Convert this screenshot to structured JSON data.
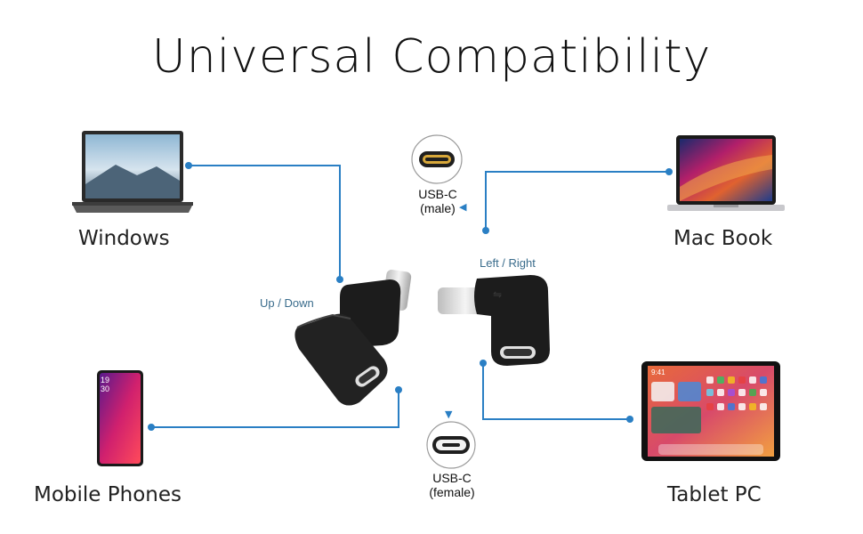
{
  "title": "Universal Compatibility",
  "devices": {
    "windows": "Windows",
    "macbook": "Mac Book",
    "mobile": "Mobile Phones",
    "tablet": "Tablet PC"
  },
  "adapters": {
    "up_down": "Up / Down",
    "left_right": "Left / Right"
  },
  "connectors": {
    "male_line1": "USB-C",
    "male_line2": "(male)",
    "female_line1": "USB-C",
    "female_line2": "(female)"
  },
  "phone_clock": {
    "hour": "19",
    "minute": "30"
  },
  "tablet_clock": "9:41",
  "colors": {
    "line": "#2a7fc4",
    "adapter": "#1c1c1c",
    "plug": "#e4e4e4"
  }
}
